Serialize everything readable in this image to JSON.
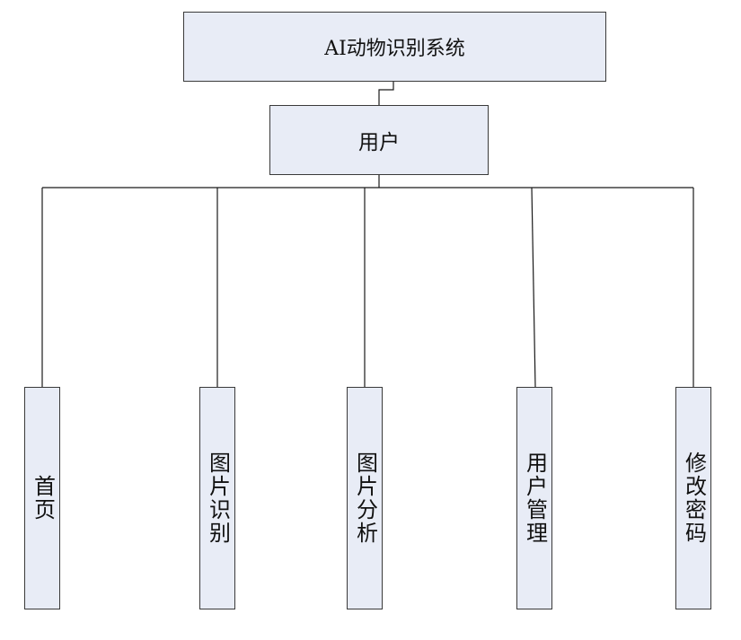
{
  "diagram": {
    "root": {
      "label": "AI动物识别系统"
    },
    "user": {
      "label": "用户"
    },
    "children": [
      {
        "label": "首页"
      },
      {
        "label": "图片识别"
      },
      {
        "label": "图片分析"
      },
      {
        "label": "用户管理"
      },
      {
        "label": "修改密码"
      }
    ]
  }
}
